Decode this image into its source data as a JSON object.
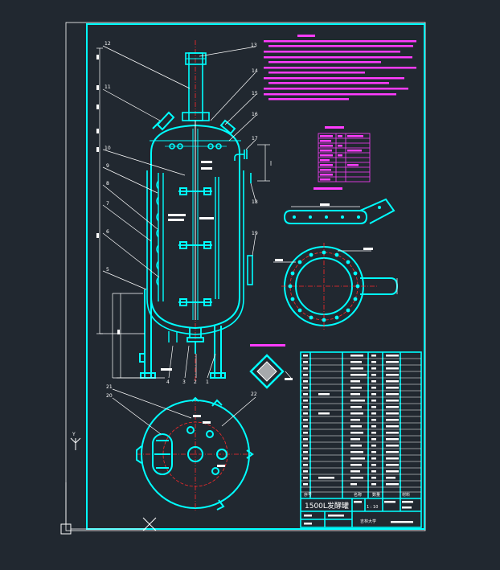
{
  "drawing": {
    "title": "1500L发酵罐",
    "school": "吉林大学",
    "table_header": {
      "no": "序号",
      "name": "名称",
      "qty": "数量",
      "material": "材料"
    },
    "scale_label": "1 : 10",
    "part_numbers": [
      "1",
      "2",
      "3",
      "4",
      "5",
      "6",
      "7",
      "8",
      "9",
      "10",
      "11",
      "12",
      "13",
      "14",
      "15",
      "16",
      "17",
      "18",
      "19",
      "20",
      "21",
      "22"
    ]
  },
  "colors": {
    "background": "#212830",
    "frame": "#00ffff",
    "annotation": "#ff3cff",
    "text": "#ffffff",
    "centerline": "#ff2a2a",
    "hatch": "#ffffff"
  },
  "ucs": {
    "y_label": "Y"
  }
}
